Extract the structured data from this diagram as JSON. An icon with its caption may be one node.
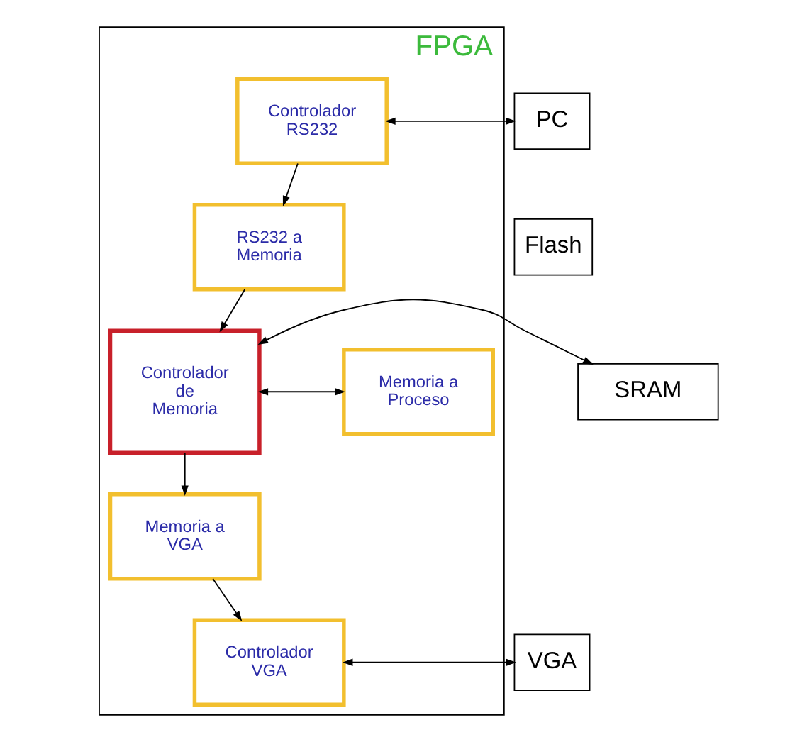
{
  "diagram": {
    "nodes": [
      {
        "text": [
          "FPGA"
        ]
      },
      {
        "text": [
          "Controlador RS232"
        ],
        "in": 0
      },
      {
        "text": [
          "RS232 a Memoria"
        ],
        "in": 0
      },
      {
        "text": [
          "Controlador de Memoria"
        ],
        "in": 0
      },
      {
        "text": [
          "Memoria a Proceso"
        ],
        "in": 0
      },
      {
        "text": [
          "Memoria a VGA"
        ],
        "in": 0
      },
      {
        "text": [
          "Controlador VGA"
        ],
        "in": 0
      },
      {
        "text": [
          "PC"
        ]
      },
      {
        "text": [
          "Flash"
        ]
      },
      {
        "text": [
          "SRAM"
        ]
      },
      {
        "text": [
          "VGA"
        ]
      }
    ],
    "edges": [
      {
        "from": 7,
        "to": 1,
        "arrow": "both"
      },
      {
        "from": 1,
        "to": 2,
        "arrow": "to"
      },
      {
        "from": 2,
        "to": 3,
        "arrow": "to"
      },
      {
        "from": 9,
        "to": 3,
        "arrow": "both"
      },
      {
        "from": 3,
        "to": 4,
        "arrow": "both"
      },
      {
        "from": 3,
        "to": 5,
        "arrow": "to"
      },
      {
        "from": 5,
        "to": 6,
        "arrow": "to"
      },
      {
        "from": 10,
        "to": 6,
        "arrow": "both"
      }
    ]
  }
}
